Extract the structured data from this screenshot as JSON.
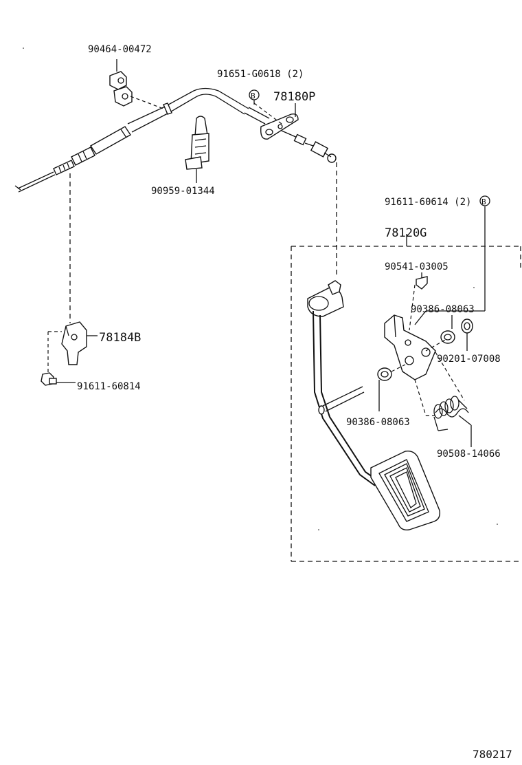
{
  "labels": {
    "p90464": "90464-00472",
    "p91651": "91651-G0618 (2)",
    "p78180": "78180P",
    "p90959": "90959-01344",
    "p91611a": "91611-60614 (2)",
    "p78120": "78120G",
    "p90541": "90541-03005",
    "p90386a": "90386-08063",
    "p90201": "90201-07008",
    "p78184": "78184B",
    "p91611b": "91611-60814",
    "p90386b": "90386-08063",
    "p90508": "90508-14066",
    "figure_no": "780217"
  },
  "markers": {
    "b1": "B",
    "b2": "B"
  }
}
